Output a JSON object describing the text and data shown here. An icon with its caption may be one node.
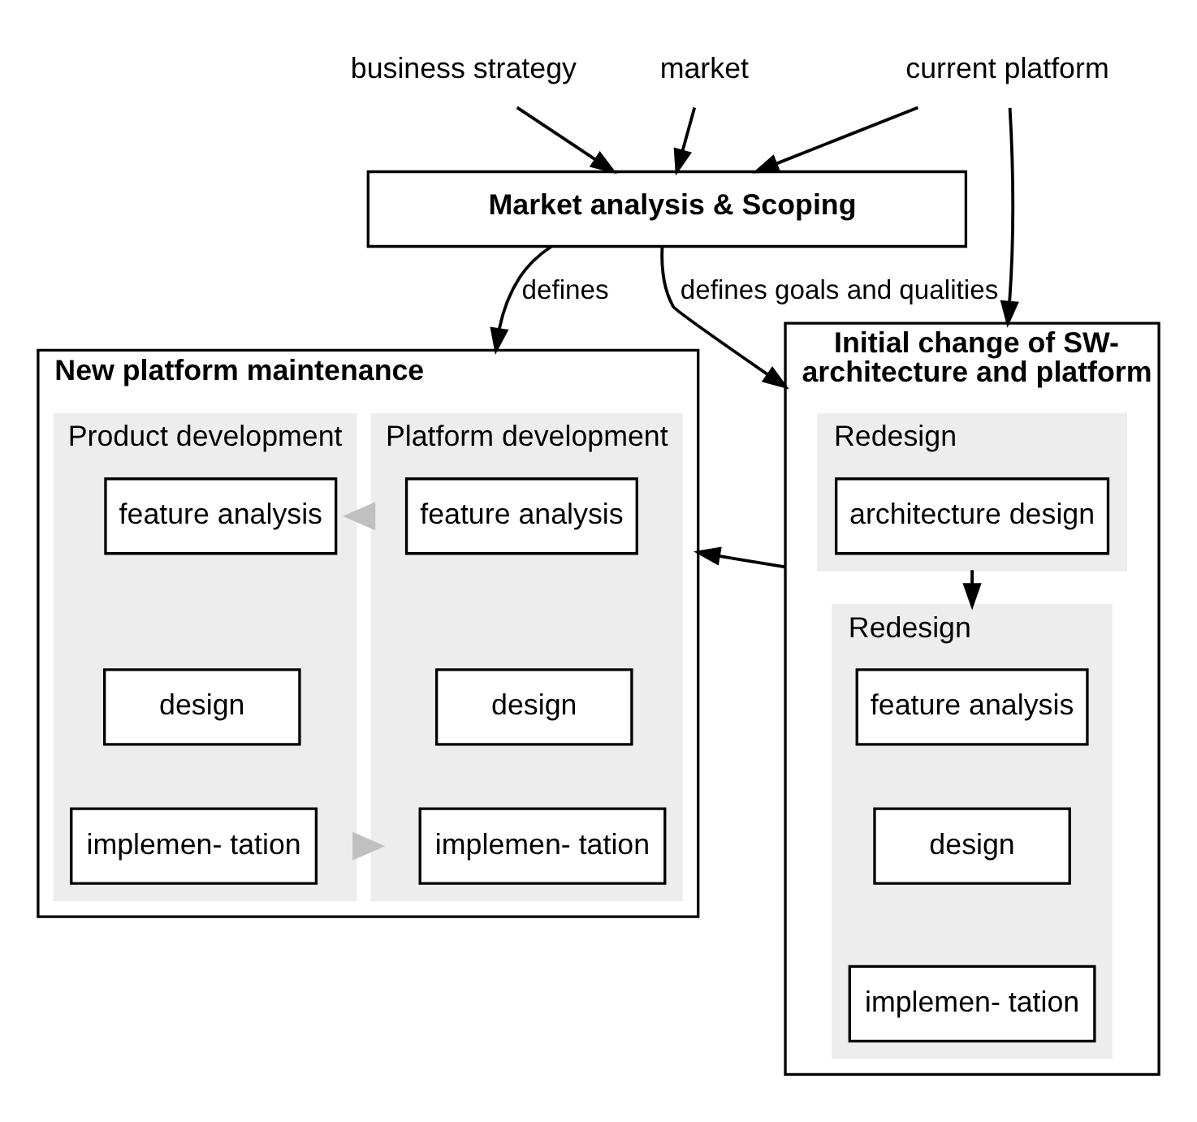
{
  "diagram": {
    "nodes": [
      {
        "text": [
          "business strategy"
        ]
      },
      {
        "text": [
          "market"
        ]
      },
      {
        "text": [
          "Market analysis & Scoping"
        ]
      },
      {
        "text": [
          "current platform"
        ]
      },
      {
        "text": [
          "Initial change of SW- architecture and platform"
        ]
      },
      {
        "text": [
          "Redesign"
        ],
        "in": 4
      },
      {
        "text": [
          "architecture design"
        ],
        "in": 5
      },
      {
        "text": [
          "Redesign"
        ],
        "in": 4
      },
      {
        "text": [
          "feature analysis"
        ],
        "in": 7
      },
      {
        "text": [
          "design"
        ],
        "in": 7
      },
      {
        "text": [
          "implemen- tation"
        ],
        "in": 7
      },
      {
        "text": [
          "New platform maintenance"
        ]
      },
      {
        "text": [
          "Platform development"
        ],
        "in": 11
      },
      {
        "text": [
          "feature analysis"
        ],
        "in": 12
      },
      {
        "text": [
          "design"
        ],
        "in": 12
      },
      {
        "text": [
          "implemen- tation"
        ],
        "in": 12
      },
      {
        "text": [
          "Product development"
        ],
        "in": 11
      },
      {
        "text": [
          "feature analysis"
        ],
        "in": 16
      },
      {
        "text": [
          "design"
        ],
        "in": 16
      },
      {
        "text": [
          "implemen- tation"
        ],
        "in": 16
      }
    ],
    "edges": [
      {
        "from": 0,
        "to": 2,
        "arrow": "to"
      },
      {
        "from": 1,
        "to": 2,
        "arrow": "to"
      },
      {
        "from": 3,
        "to": 2,
        "arrow": "to"
      },
      {
        "from": 3,
        "to": 4,
        "arrow": "to"
      },
      {
        "from": 2,
        "to": 4,
        "arrow": "to",
        "label": "defines goals and qualities"
      },
      {
        "from": 2,
        "to": 11,
        "arrow": "to",
        "label": "defines"
      },
      {
        "from": 5,
        "to": 7,
        "arrow": "to"
      },
      {
        "from": 4,
        "to": 11,
        "arrow": "to"
      },
      {
        "from": 12,
        "to": 16,
        "arrow": "to",
        "style": "thick",
        "color": "#c0c0c0"
      },
      {
        "from": 16,
        "to": 12,
        "arrow": "to",
        "style": "thick",
        "color": "#c0c0c0"
      }
    ]
  }
}
